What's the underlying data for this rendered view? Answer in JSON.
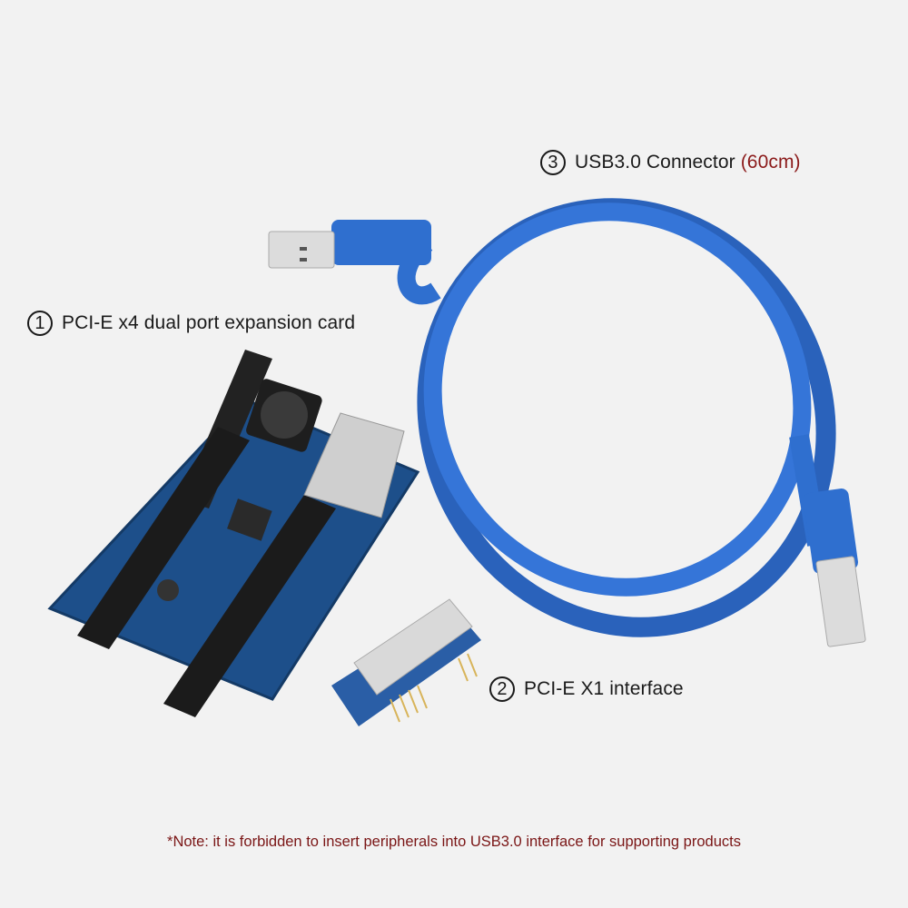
{
  "labels": {
    "item1": {
      "number": "1",
      "text": "PCI-E x4 dual port expansion card"
    },
    "item2": {
      "number": "2",
      "text": "PCI-E X1 interface"
    },
    "item3": {
      "number": "3",
      "text": "USB3.0 Connector",
      "length": "(60cm)"
    }
  },
  "note": "*Note: it is forbidden to insert peripherals into USB3.0 interface for supporting products",
  "colors": {
    "background": "#f2f2f2",
    "cable": "#2f6fcf",
    "pcb": "#1d4f8a",
    "note_text": "#7a1515",
    "accent_text": "#8b1a1a"
  }
}
